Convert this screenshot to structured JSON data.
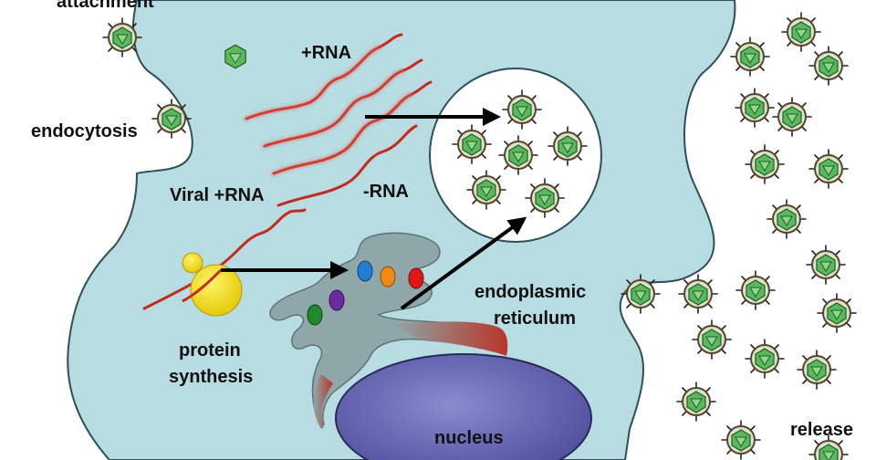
{
  "labels": {
    "attachment": "attachment",
    "endocytosis": "endocytosis",
    "plus_rna": "+RNA",
    "viral_plus_rna": "Viral +RNA",
    "minus_rna": "-RNA",
    "endoplasmic": "endoplasmic",
    "reticulum": "reticulum",
    "protein": "protein",
    "synthesis": "synthesis",
    "nucleus": "nucleus",
    "release": "release"
  },
  "colors": {
    "cytoplasm": "#b7dde2",
    "cell_outline": "#2f4f57",
    "vesicle": "#ffffff",
    "rna": "#c8281e",
    "er": "#8fa7a8",
    "nucleus": "#6f6fb8",
    "ribosome": "#f0dd10",
    "virus_fill": "#4caf50",
    "virus_spike": "#3a2a1a",
    "arrow": "#000000",
    "protein_dots": [
      "#1f7fd0",
      "#f08a15",
      "#e01818",
      "#6a2ca0",
      "#1e8a2a"
    ]
  }
}
